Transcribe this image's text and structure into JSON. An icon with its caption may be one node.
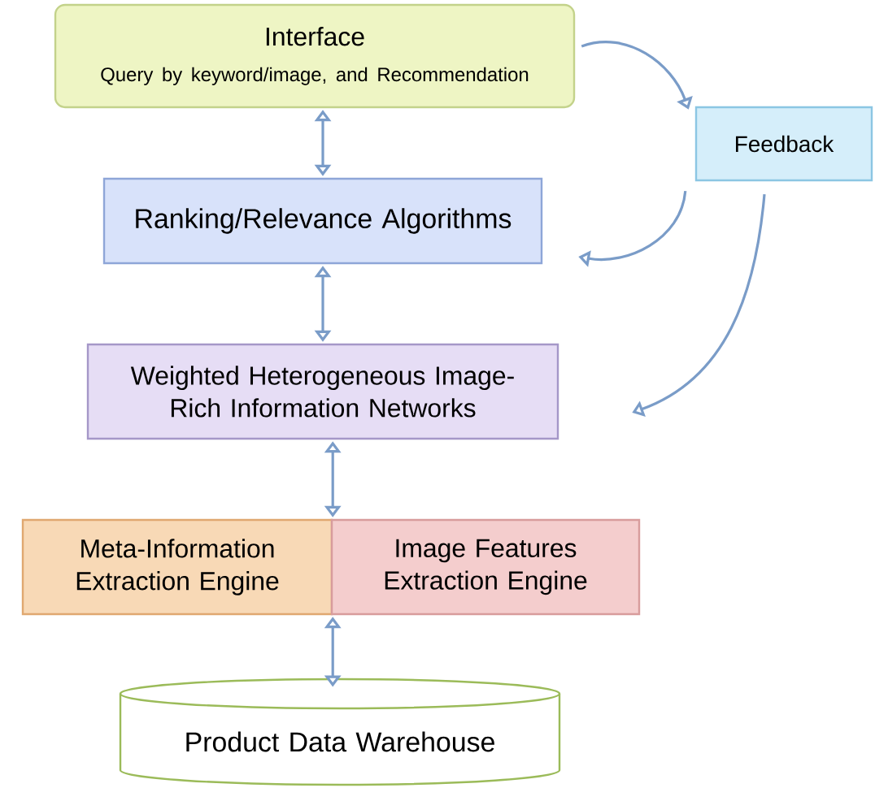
{
  "diagram": {
    "nodes": [
      {
        "text": [
          "Interface",
          "Query by keyword/image, and Recommendation"
        ]
      },
      {
        "text": [
          "Feedback"
        ]
      },
      {
        "text": [
          "Ranking/Relevance Algorithms"
        ]
      },
      {
        "text": [
          "Weighted Heterogeneous Image-Rich Information Networks"
        ]
      },
      {
        "text": [
          "Meta-Information Extraction Engine"
        ]
      },
      {
        "text": [
          "Image Features Extraction Engine"
        ]
      },
      {
        "text": [
          "Product Data Warehouse"
        ]
      }
    ],
    "edges": [
      {
        "from": 0,
        "to": 2,
        "arrow": "both"
      },
      {
        "from": 2,
        "to": 3,
        "arrow": "both"
      },
      {
        "from": 3,
        "to": 4,
        "arrow": "both"
      },
      {
        "from": 3,
        "to": 5,
        "arrow": "both"
      },
      {
        "from": 4,
        "to": 6,
        "arrow": "both"
      },
      {
        "from": 5,
        "to": 6,
        "arrow": "both"
      },
      {
        "from": 0,
        "to": 1,
        "arrow": "to"
      },
      {
        "from": 1,
        "to": 2,
        "arrow": "to"
      },
      {
        "from": 1,
        "to": 3,
        "arrow": "to"
      }
    ]
  }
}
